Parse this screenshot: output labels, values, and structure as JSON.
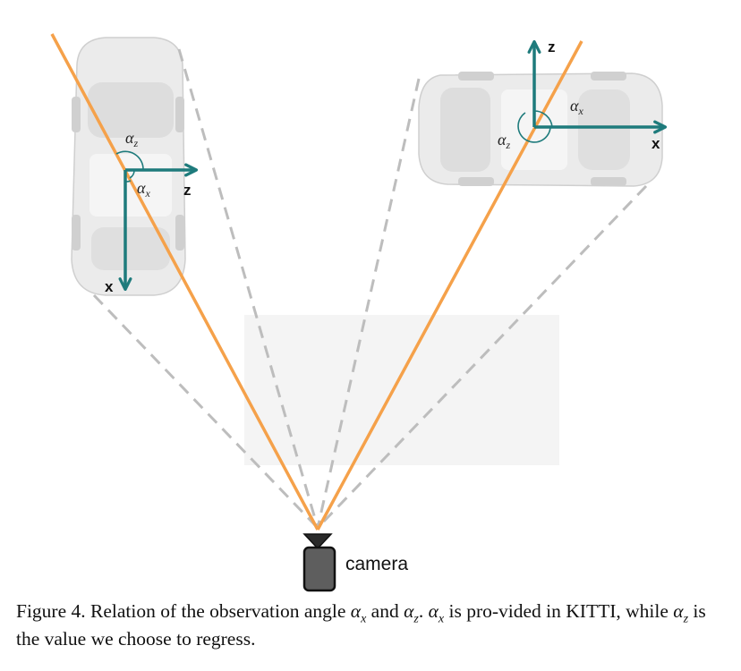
{
  "figure": {
    "colors": {
      "ray": "#f5a14a",
      "dashed": "#bdbdbd",
      "axis": "#1e7b7c",
      "car_body": "#e6e6e6",
      "camera": "#5e5e5e"
    },
    "left_car": {
      "axis_z_label": "z",
      "axis_x_label": "x",
      "angle_z": {
        "symbol": "α",
        "sub": "z"
      },
      "angle_x": {
        "symbol": "α",
        "sub": "x"
      }
    },
    "right_car": {
      "axis_z_label": "z",
      "axis_x_label": "x",
      "angle_z": {
        "symbol": "α",
        "sub": "z"
      },
      "angle_x": {
        "symbol": "α",
        "sub": "x"
      }
    },
    "camera_label": "camera"
  },
  "caption": {
    "prefix": "Figure 4. Relation of the observation angle ",
    "sym1": "α",
    "sub1": "x",
    "mid1": " and ",
    "sym2": "α",
    "sub2": "z",
    "mid2": ". ",
    "sym3": "α",
    "sub3": "x",
    "mid3": " is pro-vided in KITTI, while ",
    "sym4": "α",
    "sub4": "z",
    "suffix": " is the value we choose to regress."
  }
}
